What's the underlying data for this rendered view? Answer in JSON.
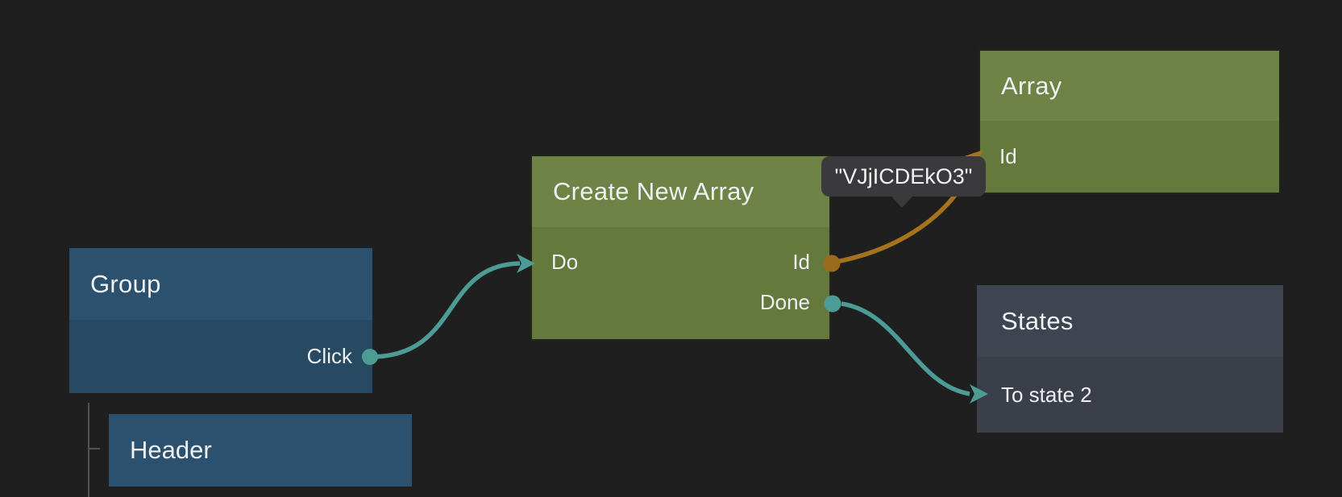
{
  "canvas": {
    "background": "#1f1f20",
    "type_label": "node-graph-editor"
  },
  "colors": {
    "wire_teal": "#4c9b94",
    "wire_orange": "#a5731e",
    "dot_orange": "#9b6a1a",
    "green_node_header": "#6f8346",
    "green_node_body": "#66793c",
    "blue_node_header": "#2b516f",
    "blue_node_body": "#274962",
    "slate_node_header": "#3e4450",
    "slate_node_body": "#3a3f4a",
    "tooltip_bg": "#3a3a3c",
    "tree_line": "#525252",
    "text": "#eef0f1"
  },
  "nodes": [
    {
      "id": "group",
      "title": "Group",
      "variant": "blue",
      "outputs": [
        {
          "label": "Click",
          "dot_color": "teal"
        }
      ]
    },
    {
      "id": "create-new-array",
      "title": "Create New Array",
      "variant": "green",
      "inputs": [
        {
          "label": "Do"
        }
      ],
      "outputs": [
        {
          "label": "Id",
          "dot_color": "orange"
        },
        {
          "label": "Done",
          "dot_color": "teal"
        }
      ]
    },
    {
      "id": "array",
      "title": "Array",
      "variant": "green",
      "inputs": [
        {
          "label": "Id"
        }
      ]
    },
    {
      "id": "states",
      "title": "States",
      "variant": "slate",
      "inputs": [
        {
          "label": "To state 2"
        }
      ]
    },
    {
      "id": "header",
      "title": "Header",
      "variant": "blue",
      "header_only": true
    }
  ],
  "edges": [
    {
      "from": "Group.Click",
      "to": "Create New Array.Do",
      "color": "teal"
    },
    {
      "from": "Create New Array.Id",
      "to": "Array.Id",
      "color": "orange",
      "value": "\"VJjICDEkO3\""
    },
    {
      "from": "Create New Array.Done",
      "to": "States.To state 2",
      "color": "teal"
    }
  ],
  "tooltip": {
    "text": "\"VJjICDEkO3\""
  },
  "hierarchy": {
    "parent": "Group",
    "child": "Header"
  }
}
